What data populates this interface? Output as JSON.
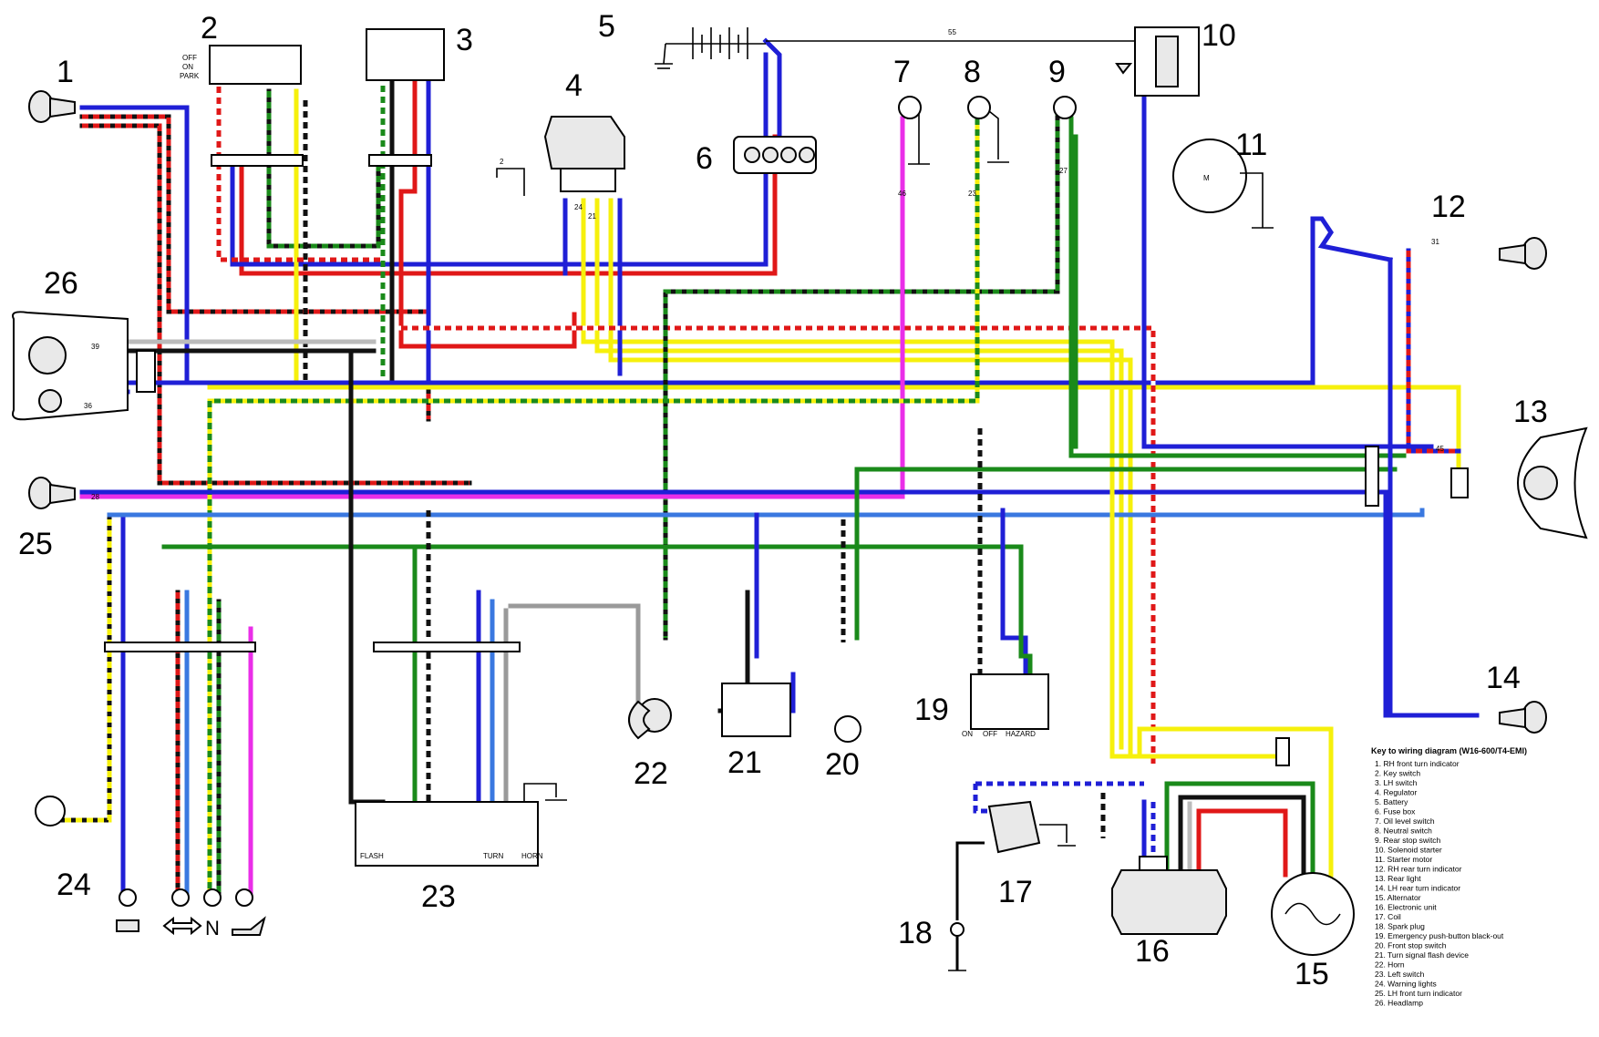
{
  "colors": {
    "blue": "#1f1fd6",
    "red": "#e01818",
    "green": "#1a8a1a",
    "yellow": "#f6f00c",
    "magenta": "#ea2ee8",
    "black": "#111111",
    "grey": "#9a9a9a",
    "lightblue": "#3a78e0"
  },
  "component_numbers": [
    "1",
    "2",
    "3",
    "4",
    "5",
    "6",
    "7",
    "8",
    "9",
    "10",
    "11",
    "12",
    "13",
    "14",
    "15",
    "16",
    "17",
    "18",
    "19",
    "20",
    "21",
    "22",
    "23",
    "24",
    "25",
    "26"
  ],
  "wire_labels": {
    "battery_link": "55",
    "w46": "46",
    "w24": "24",
    "w21": "21",
    "w23": "23",
    "w27": "27",
    "w2": "2",
    "w31": "31",
    "w45": "45",
    "w39": "39",
    "w36": "36",
    "w28": "28"
  },
  "switch_labels": {
    "key_off": "OFF",
    "key_on": "ON",
    "key_park": "PARK",
    "hazard_on": "ON",
    "hazard_off": "OFF",
    "hazard_hazard": "HAZARD",
    "left_flash": "FLASH",
    "left_turn": "TURN",
    "left_horn": "HORN"
  },
  "component_marks": {
    "starter_motor": "M",
    "neutral_indicator": "N"
  },
  "key": {
    "title": "Key to wiring diagram (W16-600/T4-EMI)",
    "items": [
      "1. RH front turn indicator",
      "2. Key switch",
      "3. LH switch",
      "4. Regulator",
      "5. Battery",
      "6. Fuse box",
      "7. Oil level switch",
      "8. Neutral switch",
      "9. Rear stop switch",
      "10. Solenoid starter",
      "11. Starter motor",
      "12. RH rear turn indicator",
      "13. Rear light",
      "14. LH rear turn indicator",
      "15. Alternator",
      "16. Electronic unit",
      "17. Coil",
      "18. Spark plug",
      "19. Emergency push-button black-out",
      "20. Front stop switch",
      "21. Turn signal flash device",
      "22. Horn",
      "23. Left switch",
      "24. Warning lights",
      "25. LH front turn indicator",
      "26. Headlamp"
    ]
  }
}
